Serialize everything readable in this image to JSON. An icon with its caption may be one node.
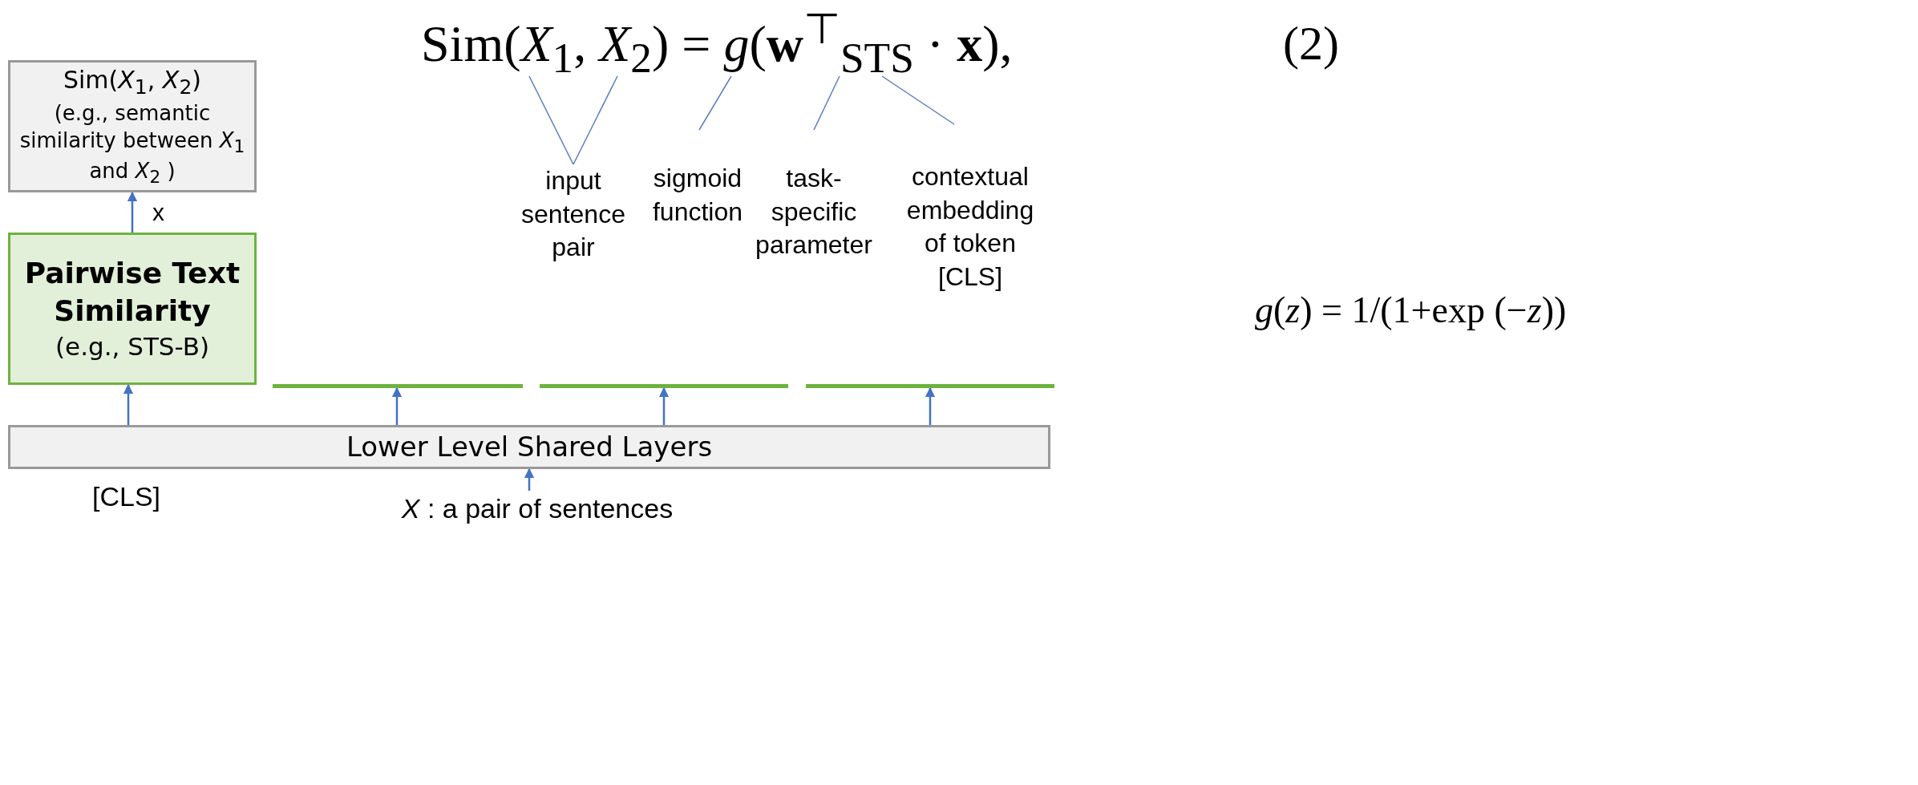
{
  "diagram": {
    "nodes": [
      {
        "text": [
          "Sim(*X*$_{1}$, *X*$_{2}$)",
          "(e.g., semantic similarity between *X*$_{1}$ and *X*$_{2}$ )"
        ]
      },
      {
        "text": [
          "Pairwise Text Similarity",
          "(e.g., STS-B)"
        ]
      },
      {
        "text": [],
        "shape": "bar"
      },
      {
        "text": [],
        "shape": "bar"
      },
      {
        "text": [],
        "shape": "bar"
      },
      {
        "text": [
          "Lower Level Shared Layers"
        ],
        "beside": [
          "[CLS]"
        ]
      },
      {
        "text": [
          "*X* : a pair of sentences"
        ]
      },
      {
        "text": [
          "input sentence pair"
        ]
      },
      {
        "text": [
          "sigmoid function"
        ]
      },
      {
        "text": [
          "task-specific parameter"
        ]
      },
      {
        "text": [
          "contextual embedding of token [CLS]"
        ]
      },
      {
        "text": [
          "Sim(*X*$_{1}$, *X*$_{2}$) = *g*(**w**$^{⊤}$$_{STS}$ · **x**),"
        ]
      }
    ],
    "edges": [
      {
        "from": 1,
        "to": 0,
        "arrow": "to",
        "label": "x"
      },
      {
        "from": 5,
        "to": 1,
        "arrow": "to"
      },
      {
        "from": 5,
        "to": 2,
        "arrow": "to"
      },
      {
        "from": 5,
        "to": 3,
        "arrow": "to"
      },
      {
        "from": 5,
        "to": 4,
        "arrow": "to"
      },
      {
        "from": 6,
        "to": 5,
        "arrow": "to"
      },
      {
        "from": 7,
        "to": 11,
        "arrow": "none"
      },
      {
        "from": 7,
        "to": 11,
        "arrow": "none"
      },
      {
        "from": 8,
        "to": 11,
        "arrow": "none"
      },
      {
        "from": 9,
        "to": 11,
        "arrow": "none"
      },
      {
        "from": 10,
        "to": 11,
        "arrow": "none"
      }
    ],
    "labels": [
      "(2)",
      "*g*(*z*) = 1/(1+exp (−*z*))"
    ]
  }
}
